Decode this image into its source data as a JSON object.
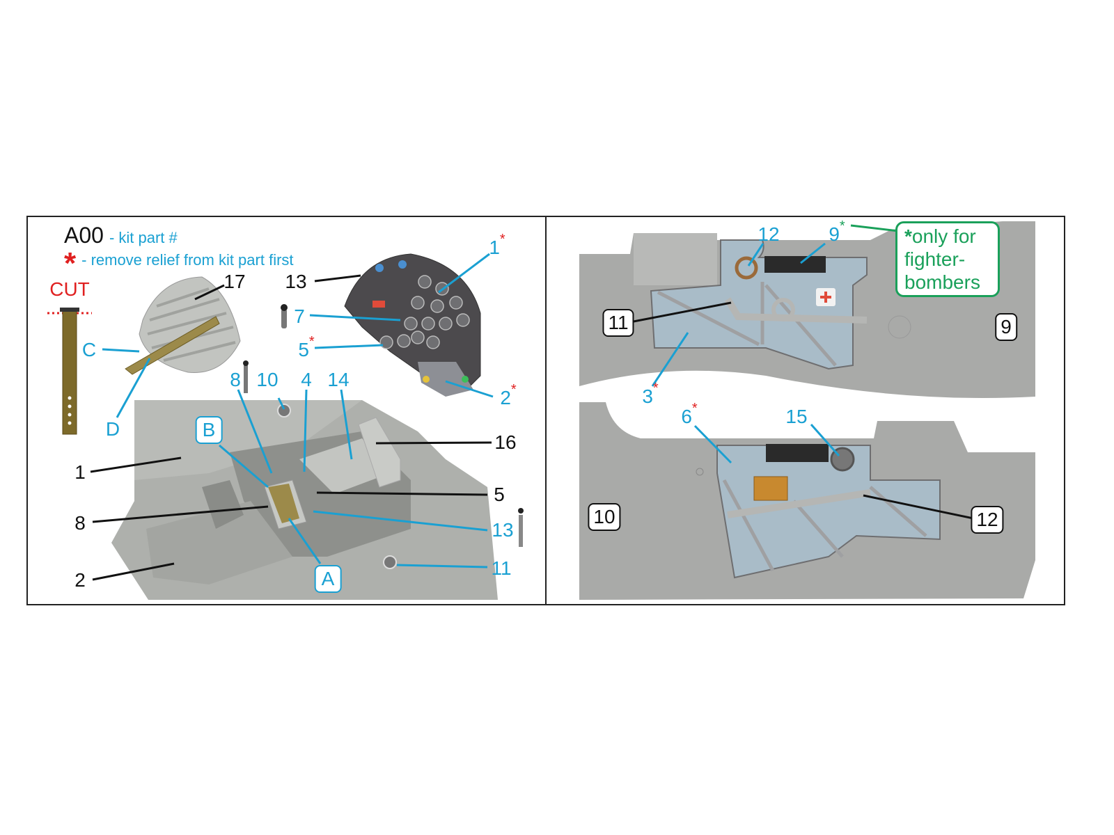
{
  "legend": {
    "code_example": "A00",
    "code_desc": "- kit part #",
    "star_symbol": "*",
    "star_desc": "- remove relief from kit part first",
    "cut_label": "CUT"
  },
  "left_panel": {
    "blue_labels": {
      "l1": "1",
      "l7": "7",
      "l5": "5",
      "l2": "2",
      "lC": "C",
      "lD": "D",
      "l8": "8",
      "l10": "10",
      "l4": "4",
      "l14": "14",
      "l13": "13",
      "l11": "11",
      "lB": "B",
      "lA": "A"
    },
    "black_labels": {
      "k17": "17",
      "k13": "13",
      "k16": "16",
      "k1": "1",
      "k5": "5",
      "k8": "8",
      "k2": "2"
    }
  },
  "right_panel": {
    "blue_labels": {
      "l12": "12",
      "l9": "9",
      "l3": "3",
      "l6": "6",
      "l15": "15"
    },
    "boxed_labels": {
      "b11": "11",
      "b9": "9",
      "b10": "10",
      "b12": "12"
    },
    "note_star": "*",
    "note_text": "only for fighter-bombers"
  },
  "colors": {
    "blue": "#1aa0d2",
    "red": "#e02020",
    "green": "#1aa05a",
    "resin_gray": "#a6a6a6",
    "panel_blue": "#a9bcc8"
  }
}
